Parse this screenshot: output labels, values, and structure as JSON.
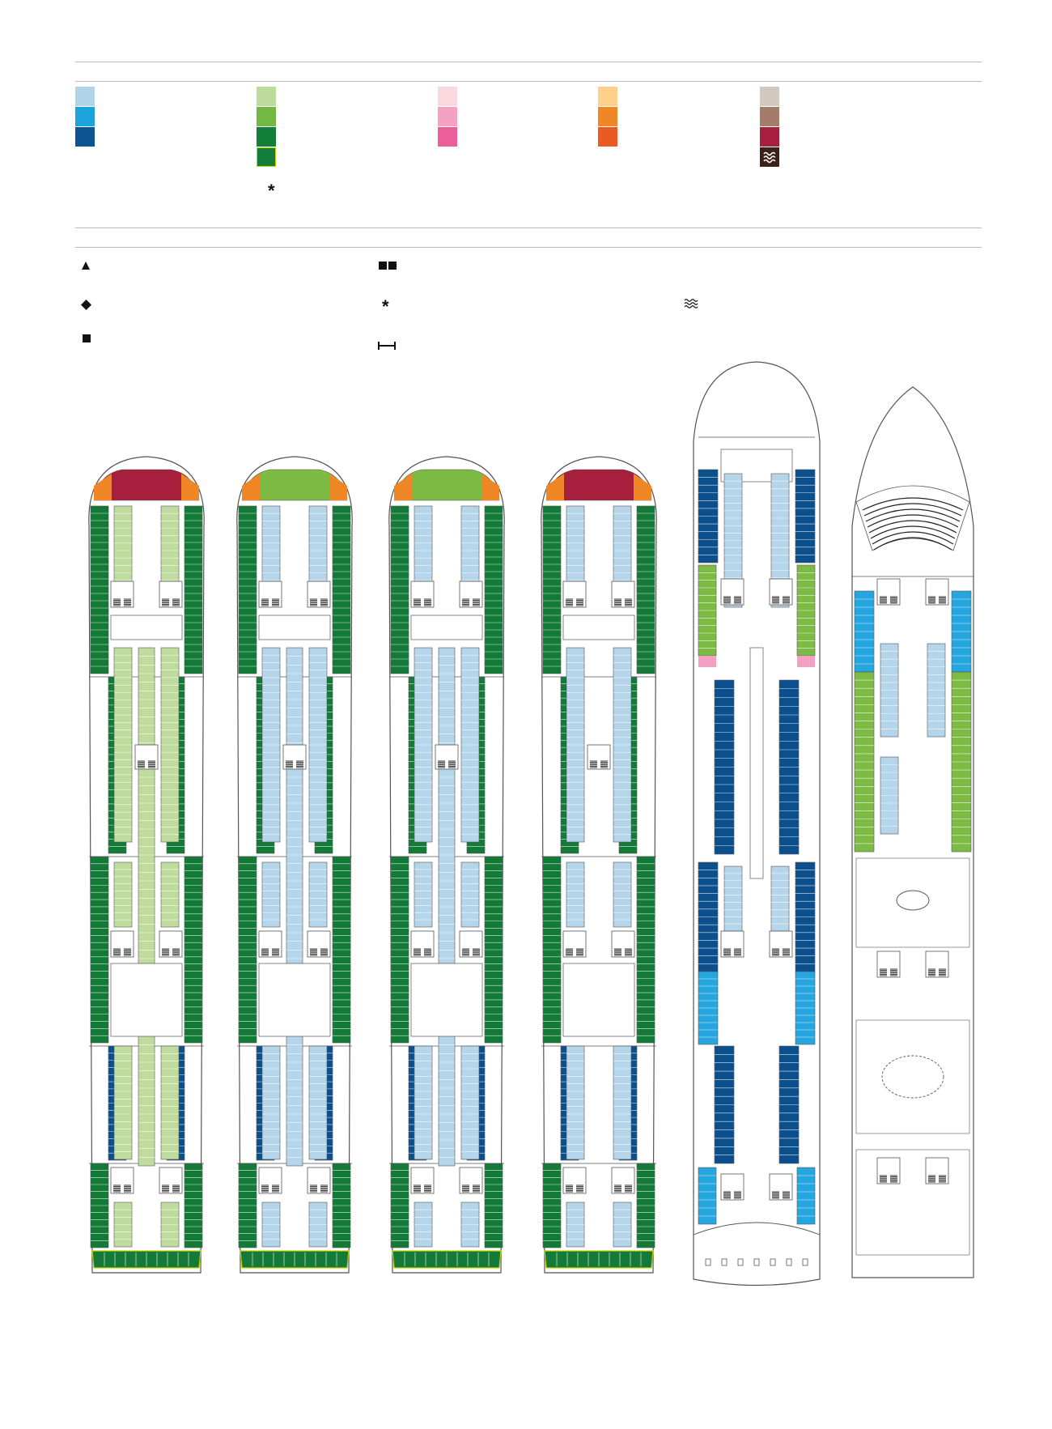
{
  "legend": {
    "categories": [
      {
        "id": "interior",
        "colors": [
          "#b2d4e8",
          "#1ba3dc",
          "#0b5593"
        ]
      },
      {
        "id": "oceanview",
        "colors": [
          "#bddc9c",
          "#72b843",
          "#137d3a",
          "#137d3a"
        ],
        "last_outlined": true,
        "note_symbol": "*"
      },
      {
        "id": "balcony",
        "colors": [
          "#f9d9dd",
          "#f4a1c2",
          "#ea5f9a"
        ]
      },
      {
        "id": "suite",
        "colors": [
          "#fed08a",
          "#ef8726",
          "#ec5a24"
        ]
      },
      {
        "id": "yacht-club",
        "colors": [
          "#d1c9bd",
          "#a57c69",
          "#a61f3d",
          "#3b2218"
        ],
        "last_icon": "waves-icon"
      }
    ],
    "symbols": [
      {
        "name": "triangle-icon",
        "glyph": "▲"
      },
      {
        "name": "diamond-icon",
        "glyph": "◆"
      },
      {
        "name": "square-icon",
        "glyph": "■"
      },
      {
        "name": "double-square-icon",
        "glyph": "■■"
      },
      {
        "name": "asterisk-icon",
        "glyph": "*"
      },
      {
        "name": "waves-icon",
        "glyph": "≋"
      },
      {
        "name": "connecting-icon",
        "glyph": "⟝⟞"
      }
    ]
  },
  "colors": {
    "line": "#555555",
    "light_green": "#bfdc9e",
    "dark_green": "#137a38",
    "mid_green": "#7dbb45",
    "light_blue": "#b4d5ea",
    "mid_blue": "#26a6df",
    "dark_blue": "#0b4f8c",
    "suite_orange": "#ef8726",
    "yacht_red": "#a61f3d",
    "pink": "#f3a0c2"
  }
}
